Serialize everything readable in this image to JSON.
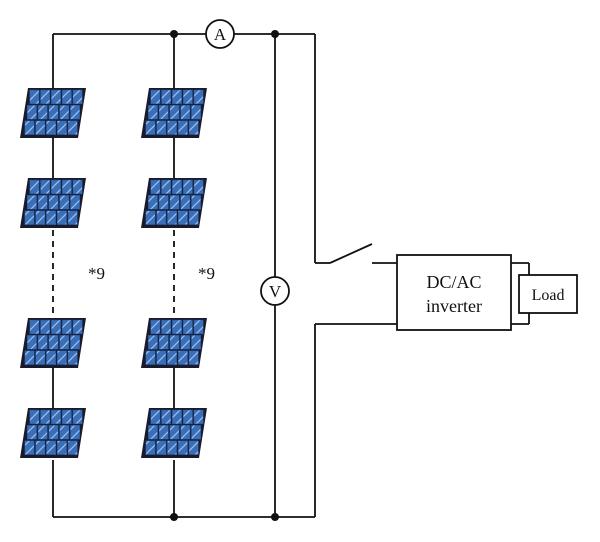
{
  "meters": {
    "ammeter": "A",
    "voltmeter": "V"
  },
  "strings": [
    {
      "count_label": "*9"
    },
    {
      "count_label": "*9"
    }
  ],
  "inverter": {
    "line1": "DC/AC",
    "line2": "inverter"
  },
  "load": {
    "label": "Load"
  },
  "panel": {
    "cells_per_row": 5,
    "rows": 3,
    "cell_color": "#3a6fb8",
    "cell_dark": "#1f4f95",
    "frame_color": "#1a1a2a"
  },
  "colors": {
    "wire": "#111111",
    "node": "#111111"
  }
}
